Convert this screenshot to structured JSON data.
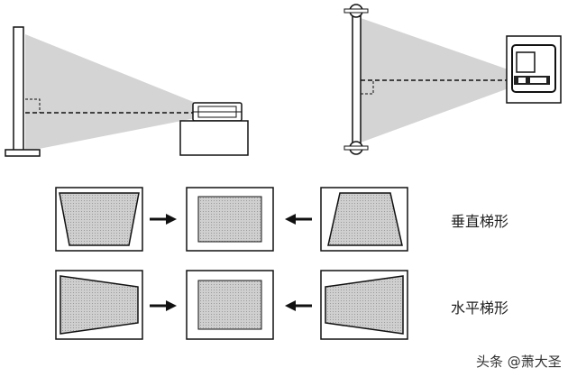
{
  "labels": {
    "vertical_keystone": "垂直梯形",
    "horizontal_keystone": "水平梯形"
  },
  "watermark": "头条 @萧大圣",
  "colors": {
    "beam": "#d4d4d4",
    "image_fill": "#c8c8c8",
    "stroke": "#111111"
  }
}
